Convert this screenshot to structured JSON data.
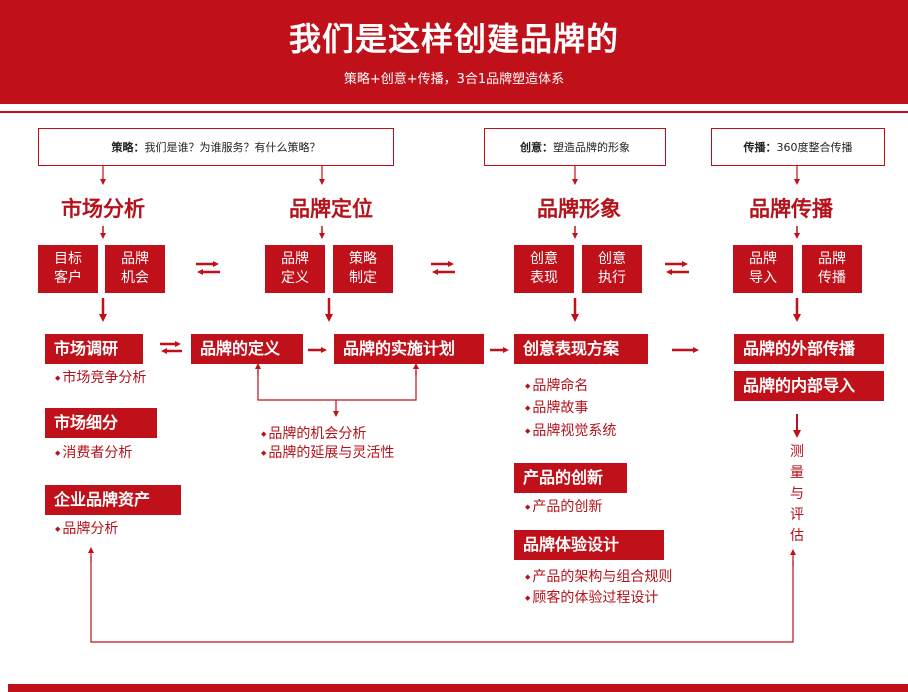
{
  "header": {
    "title": "我们是这样创建品牌的",
    "subtitle": "策略+创意+传播，3合1品牌塑造体系"
  },
  "notes": {
    "strategy": {
      "key": "策略：",
      "text": "我们是谁？为谁服务？有什么策略？"
    },
    "creative": {
      "key": "创意：",
      "text": "塑造品牌的形象"
    },
    "spread": {
      "key": "传播：",
      "text": "360度整合传播"
    }
  },
  "stages": {
    "market": "市场分析",
    "positioning": "品牌定位",
    "image": "品牌形象",
    "spread": "品牌传播"
  },
  "pills": {
    "target": [
      "目标",
      "客户"
    ],
    "opportunity": [
      "品牌",
      "机会"
    ],
    "definition": [
      "品牌",
      "定义"
    ],
    "strategy": [
      "策略",
      "制定"
    ],
    "expression": [
      "创意",
      "表现"
    ],
    "execution": [
      "创意",
      "执行"
    ],
    "import": [
      "品牌",
      "导入"
    ],
    "spread": [
      "品牌",
      "传播"
    ]
  },
  "banners": {
    "research": "市场调研",
    "segment": "市场细分",
    "assets": "企业品牌资产",
    "brand_def": "品牌的定义",
    "brand_plan": "品牌的实施计划",
    "creative_plan": "创意表现方案",
    "innovation": "产品的创新",
    "experience": "品牌体验设计",
    "external": "品牌的外部传播",
    "internal": "品牌的内部导入"
  },
  "bullets": {
    "research": [
      "市场竞争分析"
    ],
    "segment": [
      "消费者分析"
    ],
    "assets": [
      "品牌分析"
    ],
    "positioning": [
      "品牌的机会分析",
      "品牌的延展与灵活性"
    ],
    "creative": [
      "品牌命名",
      "品牌故事",
      "品牌视觉系统"
    ],
    "innovation": [
      "产品的创新"
    ],
    "experience": [
      "产品的架构与组合规则",
      "顾客的体验过程设计"
    ]
  },
  "measure": [
    "测",
    "量",
    "与",
    "评",
    "估"
  ],
  "colors": {
    "brand_red": "#c0101a",
    "text_red": "#b5121b"
  }
}
